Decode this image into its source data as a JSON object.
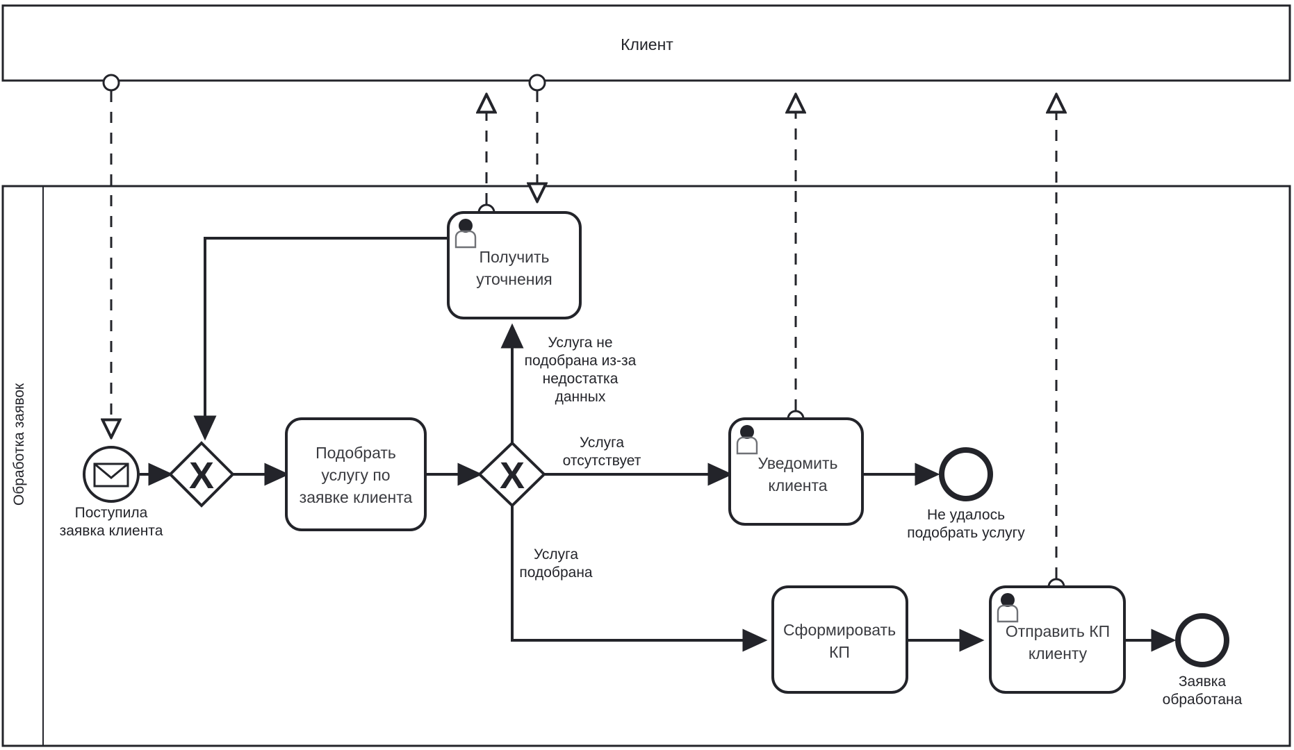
{
  "diagram": {
    "type": "bpmn-collaboration",
    "pools": [
      {
        "id": "client",
        "title": "Клиент"
      },
      {
        "id": "processing",
        "title": "",
        "lane_title": "Обработка заявок"
      }
    ],
    "colors": {
      "stroke": "#23242a",
      "fill": "#ffffff",
      "task_text": "#3a3b40",
      "icon_gray": "#6f7176"
    },
    "events": [
      {
        "id": "start-request",
        "kind": "start-message",
        "label_lines": [
          "Поступила",
          "заявка клиента"
        ],
        "icon": "envelope-icon"
      },
      {
        "id": "end-failed",
        "kind": "end",
        "label_lines": [
          "Не удалось",
          "подобрать услугу"
        ]
      },
      {
        "id": "end-processed",
        "kind": "end",
        "label_lines": [
          "Заявка",
          "обработана"
        ]
      }
    ],
    "gateways": [
      {
        "id": "gw-merge",
        "kind": "exclusive",
        "symbol": "X"
      },
      {
        "id": "gw-split",
        "kind": "exclusive",
        "symbol": "X"
      }
    ],
    "tasks": [
      {
        "id": "task-clarify",
        "label_lines": [
          "Получить",
          "уточнения"
        ],
        "icon": "user-icon",
        "marker": "message-endpoint"
      },
      {
        "id": "task-select-service",
        "label_lines": [
          "Подобрать",
          "услугу по",
          "заявке клиента"
        ],
        "icon": null
      },
      {
        "id": "task-notify-client",
        "label_lines": [
          "Уведомить",
          "клиента"
        ],
        "icon": "user-icon",
        "marker": "message-endpoint"
      },
      {
        "id": "task-create-offer",
        "label_lines": [
          "Сформировать",
          "КП"
        ],
        "icon": null
      },
      {
        "id": "task-send-offer",
        "label_lines": [
          "Отправить КП",
          "клиенту"
        ],
        "icon": "user-icon",
        "marker": "message-endpoint"
      }
    ],
    "flow_labels": [
      {
        "id": "flow-label-no-data",
        "lines": [
          "Услуга не",
          "подобрана из-за",
          "недостатка",
          "данных"
        ]
      },
      {
        "id": "flow-label-absent",
        "lines": [
          "Услуга",
          "отсутствует"
        ]
      },
      {
        "id": "flow-label-found",
        "lines": [
          "Услуга",
          "подобрана"
        ]
      }
    ]
  }
}
